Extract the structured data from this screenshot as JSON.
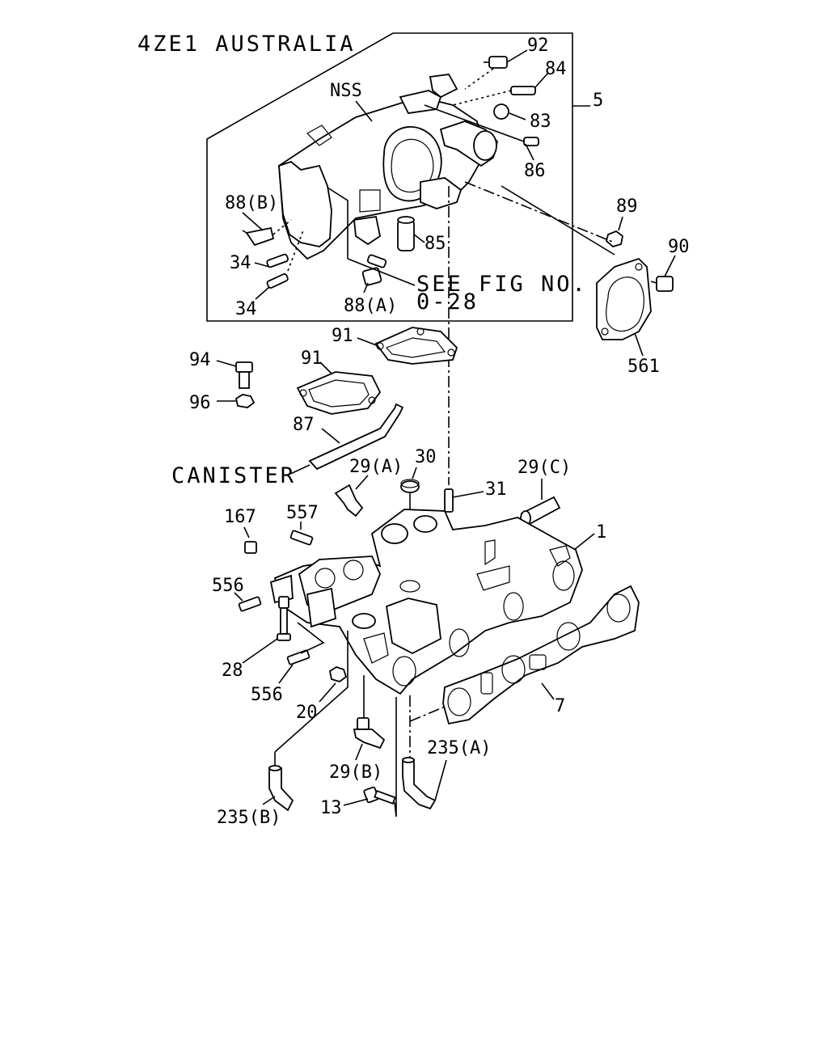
{
  "title": "4ZE1 AUSTRALIA",
  "note": {
    "line1": "SEE FIG NO.",
    "line2": "0-28"
  },
  "nss": "NSS",
  "canister": "CANISTER",
  "labels": {
    "p92": "92",
    "p84": "84",
    "p5": "5",
    "p83": "83",
    "p86": "86",
    "p88b": "88(B)",
    "p85": "85",
    "p34a": "34",
    "p34b": "34",
    "p88a": "88(A)",
    "p89": "89",
    "p90": "90",
    "p561": "561",
    "p91a": "91",
    "p91b": "91",
    "p94": "94",
    "p96": "96",
    "p87": "87",
    "p29a": "29(A)",
    "p30": "30",
    "p31": "31",
    "p29c": "29(C)",
    "p167": "167",
    "p557": "557",
    "p556a": "556",
    "p1": "1",
    "p28": "28",
    "p556b": "556",
    "p20": "20",
    "p7": "7",
    "p29b": "29(B)",
    "p235a": "235(A)",
    "p235b": "235(B)",
    "p13": "13"
  }
}
